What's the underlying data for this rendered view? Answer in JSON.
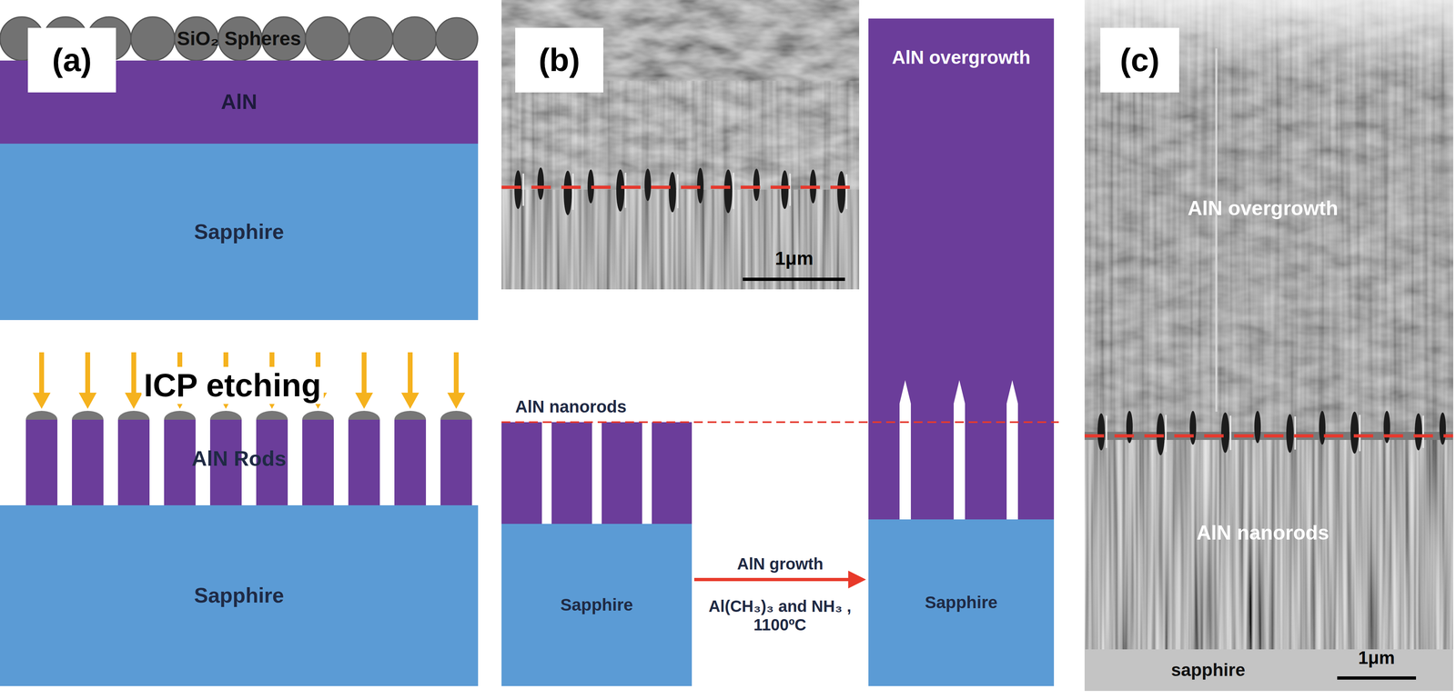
{
  "diagram": {
    "nodes": [
      {
        "text": [
          "(a)"
        ]
      },
      {
        "text": [
          "SiO₂ Spheres"
        ]
      },
      {
        "text": [
          "AlN"
        ]
      },
      {
        "text": [
          "Sapphire"
        ]
      },
      {
        "text": [
          "AlN Rods"
        ]
      },
      {
        "text": [
          "Sapphire"
        ]
      },
      {
        "text": [
          "(b)"
        ]
      },
      {
        "text": [
          "AlN nanorods"
        ]
      },
      {
        "text": [
          "Sapphire"
        ]
      },
      {
        "text": [
          "AlN overgrowth"
        ]
      },
      {
        "text": [
          "Sapphire"
        ]
      },
      {
        "text": [
          "(c)"
        ]
      }
    ],
    "edges": [
      {
        "from": 8,
        "to": 10,
        "arrow": "to",
        "label": "AlN growth"
      }
    ],
    "labels": [
      "ICP etching",
      "1μm",
      "Al(CH₃)₃ and NH₃ , 1100ºC",
      "AlN overgrowth",
      "AlN nanorods",
      "sapphire",
      "1μm"
    ]
  }
}
